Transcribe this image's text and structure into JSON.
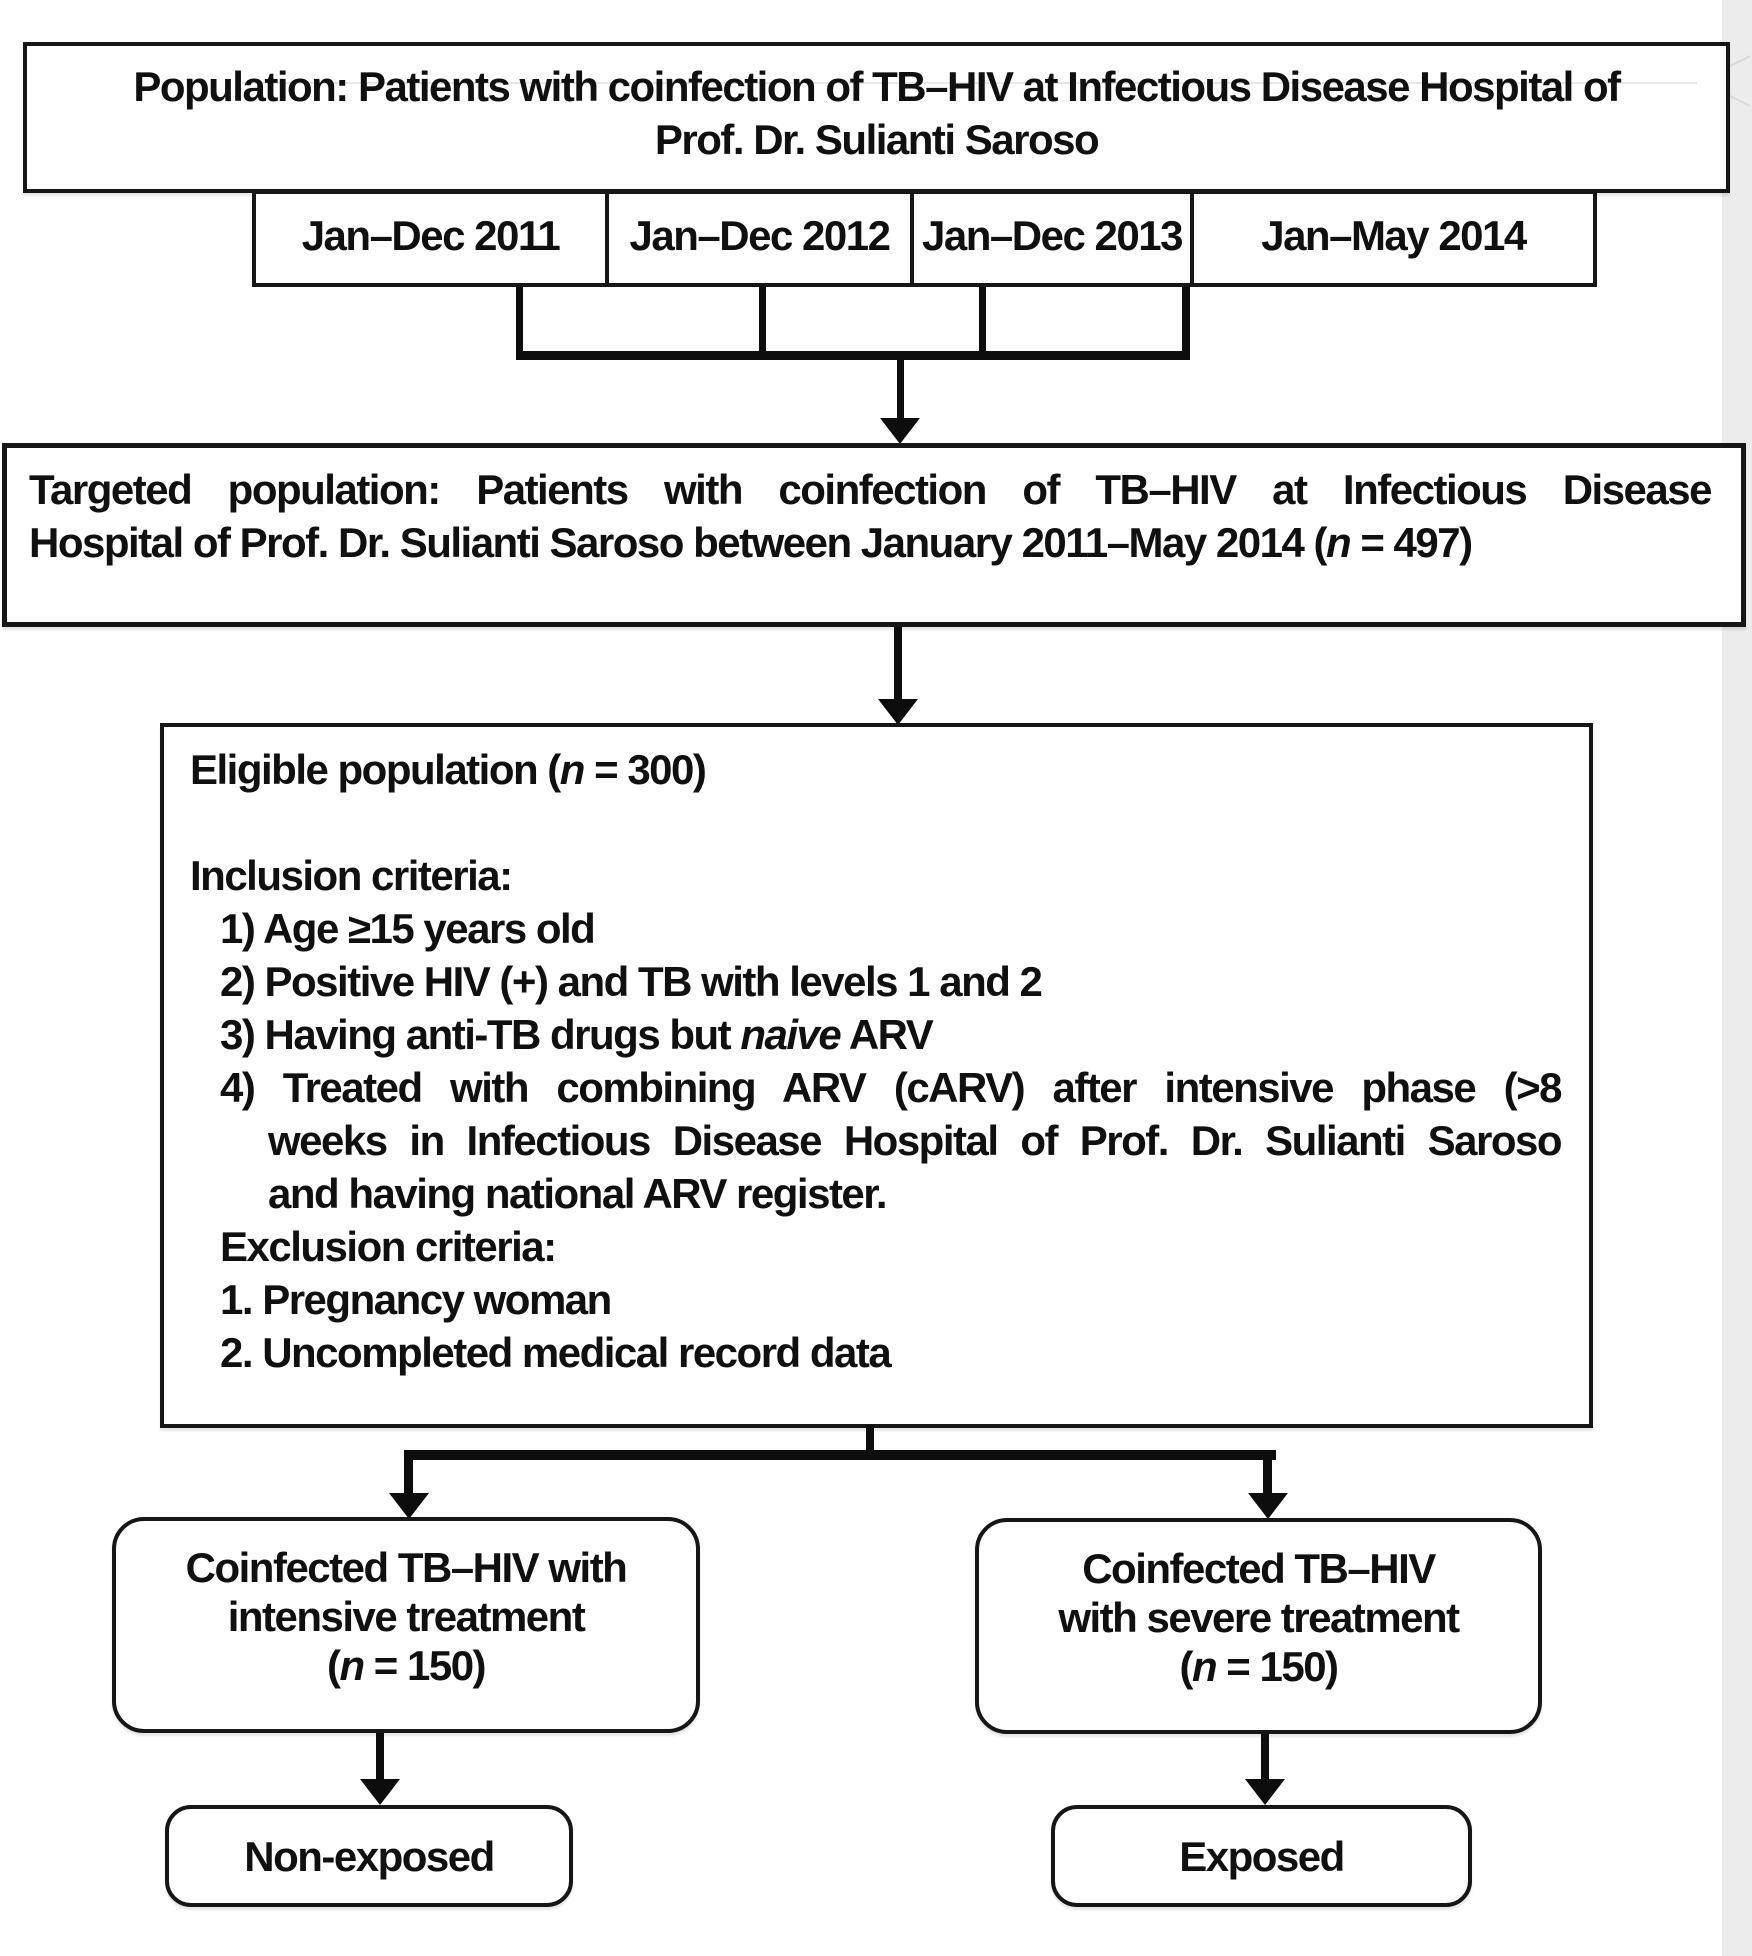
{
  "top_box": {
    "line1": "Population: Patients with coinfection of TB–HIV at Infectious Disease Hospital of",
    "line2": "Prof. Dr. Sulianti Saroso"
  },
  "periods": [
    "Jan–Dec 2011",
    "Jan–Dec 2012",
    "Jan–Dec 2013",
    "Jan–May 2014"
  ],
  "targeted": {
    "line1": "Targeted population: Patients with coinfection of TB–HIV at Infectious Disease",
    "line2_pre": "Hospital of Prof. Dr. Sulianti Saroso between January 2011–May 2014 (",
    "n": "n",
    "line2_post": " = 497)"
  },
  "eligible": {
    "title_pre": "Eligible population (",
    "title_n": "n",
    "title_post": " = 300)",
    "inclusion_header": "Inclusion criteria:",
    "item1": "1) Age ≥15 years old",
    "item2": "2) Positive HIV (+) and TB with levels 1 and 2",
    "item3_pre": "3) Having anti-TB drugs but ",
    "item3_italic": "naive",
    "item3_post": " ARV",
    "item4_lines": [
      "4) Treated with combining ARV (cARV) after intensive phase (>8",
      "weeks in Infectious Disease Hospital of Prof. Dr. Sulianti Saroso",
      "and having national ARV register."
    ],
    "exclusion_header": "Exclusion criteria:",
    "exclusion_item1": "1. Pregnancy woman",
    "exclusion_item2": "2. Uncompleted medical record data"
  },
  "left_branch": {
    "line1": "Coinfected TB–HIV with",
    "line2": "intensive treatment",
    "n_pre": "(",
    "n": "n",
    "n_post": " = 150)"
  },
  "right_branch": {
    "line1": "Coinfected TB–HIV",
    "line2": "with severe treatment",
    "n_pre": "(",
    "n": "n",
    "n_post": " = 150)"
  },
  "outcomes": {
    "left": "Non-exposed",
    "right": "Exposed"
  }
}
